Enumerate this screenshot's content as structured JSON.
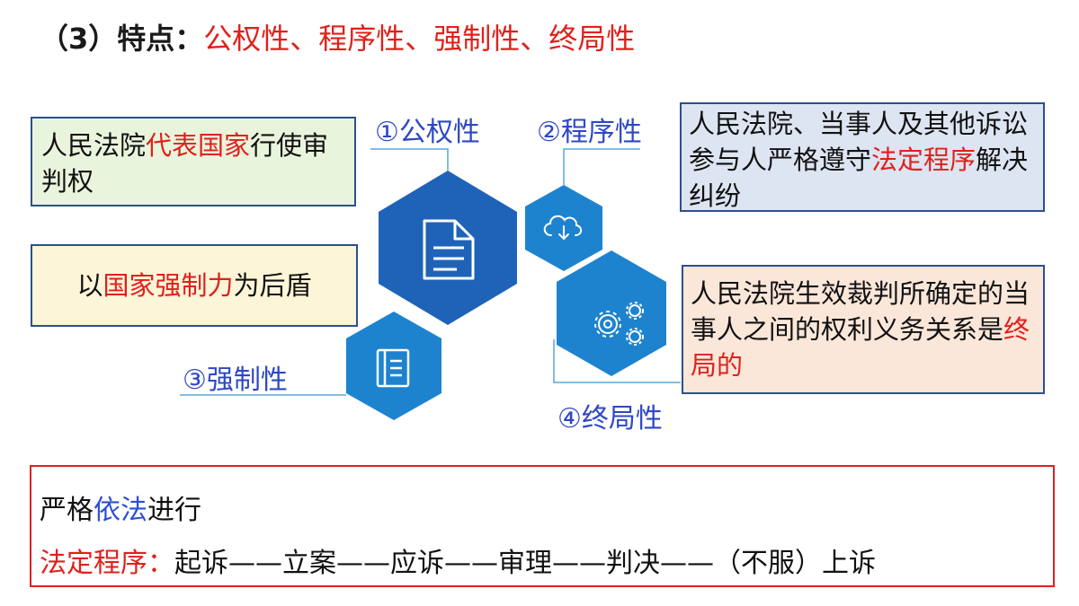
{
  "title": {
    "prefix": "（3）特点：",
    "features": "公权性、程序性、强制性、终局性"
  },
  "labels": {
    "public_power": "①公权性",
    "procedural": "②程序性",
    "coercive": "③强制性",
    "finality": "④终局性"
  },
  "boxes": {
    "public_power": {
      "part1": "人民法院",
      "highlight": "代表国家",
      "part2": "行使审判权"
    },
    "coercive": {
      "part1": "以",
      "highlight": "国家强制力",
      "part2": "为后盾"
    },
    "procedural": {
      "part1": "人民法院、当事人及其他诉讼参与人严格遵守",
      "highlight": "法定程序",
      "part2": "解决纠纷"
    },
    "finality": {
      "part1": "人民法院生效裁判所确定的当事人之间的权利义务关系是",
      "highlight": "终局的"
    }
  },
  "bottom": {
    "line1_part1": "严格",
    "line1_highlight": "依法",
    "line1_part2": "进行",
    "line2_label": "法定程序：",
    "line2_steps": "起诉——立案——应诉——审理——判决——（不服）上诉"
  },
  "colors": {
    "hex_dark": "#1f63b8",
    "hex_light": "#1e83cf",
    "accent_red": "#e0201b",
    "label_blue": "#2e47c6"
  },
  "icons": [
    "document-icon",
    "cloud-download-icon",
    "gears-icon",
    "book-icon"
  ]
}
